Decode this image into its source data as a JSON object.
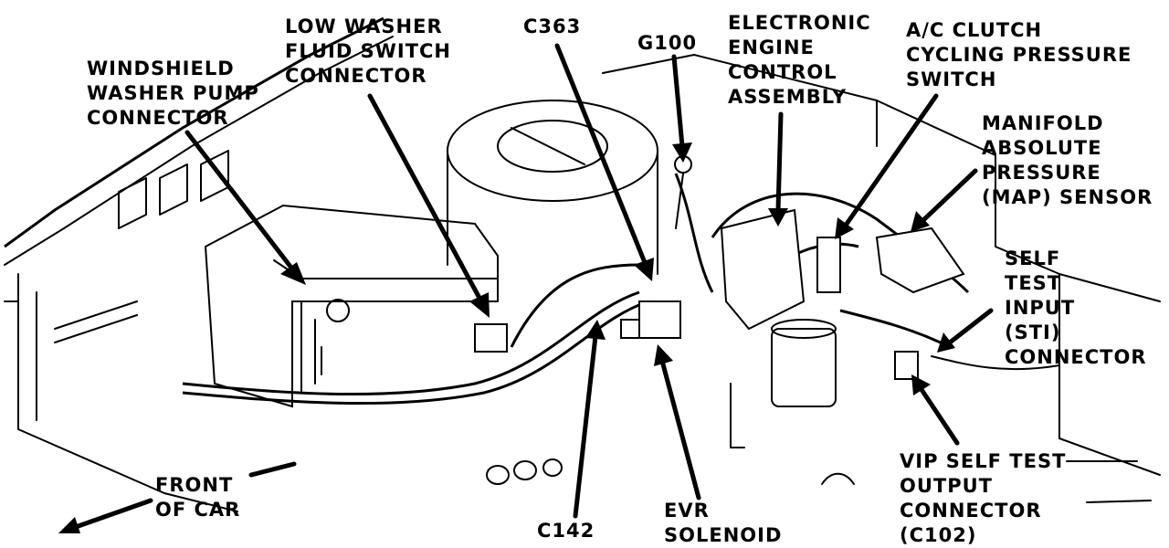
{
  "labels": {
    "washer_pump": [
      "WINDSHIELD",
      "WASHER PUMP",
      "CONNECTOR"
    ],
    "low_washer": [
      "LOW WASHER",
      "FLUID SWITCH",
      "CONNECTOR"
    ],
    "c363": [
      "C363"
    ],
    "g100": [
      "G100"
    ],
    "ecm": [
      "ELECTRONIC",
      "ENGINE",
      "CONTROL",
      "ASSEMBLY"
    ],
    "ac_clutch": [
      "A/C CLUTCH",
      "CYCLING PRESSURE",
      "SWITCH"
    ],
    "map_sensor": [
      "MANIFOLD",
      "ABSOLUTE",
      "PRESSURE",
      "(MAP) SENSOR"
    ],
    "sti": [
      "SELF",
      "TEST",
      "INPUT",
      "(STI)",
      "CONNECTOR"
    ],
    "front": [
      "FRONT",
      "OF CAR"
    ],
    "c142": [
      "C142"
    ],
    "evr": [
      "EVR",
      "SOLENOID"
    ],
    "vip": [
      "VIP SELF TEST",
      "OUTPUT",
      "CONNECTOR",
      "(C102)"
    ]
  }
}
